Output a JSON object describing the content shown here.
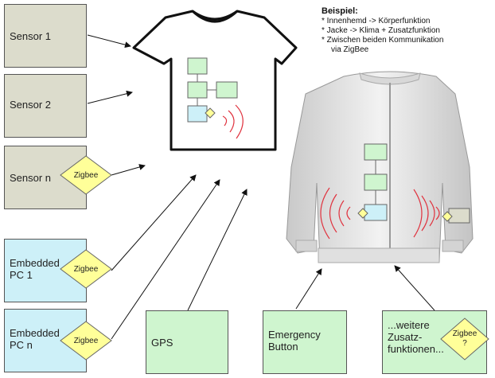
{
  "sensors": [
    {
      "label": "Sensor 1"
    },
    {
      "label": "Sensor 2"
    },
    {
      "label": "Sensor n"
    }
  ],
  "pcs": [
    {
      "label_line1": "Embedded",
      "label_line2": "PC 1"
    },
    {
      "label_line1": "Embedded",
      "label_line2": "PC n"
    }
  ],
  "gps": {
    "label": "GPS"
  },
  "emergency": {
    "label_line1": "Emergency",
    "label_line2": "Button"
  },
  "further": {
    "label_line1": "...weitere",
    "label_line2": "Zusatz-",
    "label_line3": "funktionen..."
  },
  "zigbee": {
    "label": "Zigbee",
    "label_q": "?"
  },
  "note": {
    "title": "Beispiel:",
    "items": [
      "Innenhemd -> Körperfunktion",
      "Jacke -> Klima + Zusatzfunktion",
      "Zwischen beiden Kommunikation",
      "via ZigBee"
    ]
  },
  "colors": {
    "sensor_fill": "#dcdccc",
    "pc_fill": "#cdf0f8",
    "green_fill": "#cff5cf",
    "zigbee_fill": "#ffff99",
    "wave_red": "#e0333f"
  }
}
